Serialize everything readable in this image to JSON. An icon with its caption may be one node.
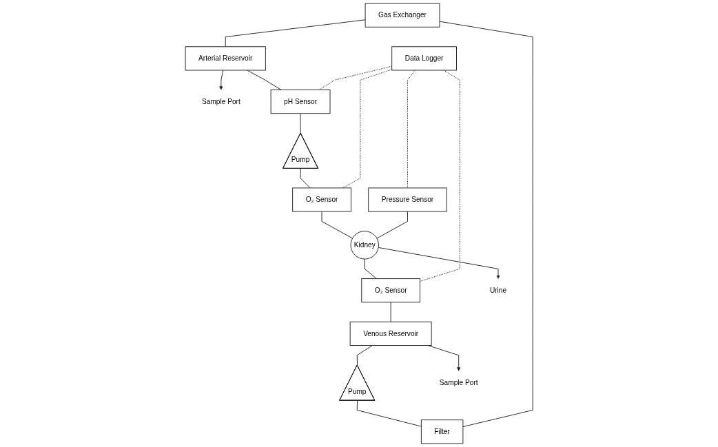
{
  "diagram": {
    "nodes": [
      {
        "text": [
          "Gas Exchanger"
        ]
      },
      {
        "text": [
          "Filter"
        ]
      },
      {
        "text": [
          "Pump"
        ]
      },
      {
        "text": [
          "Data Logger"
        ]
      },
      {
        "text": [
          "Arterial Reservoir"
        ]
      },
      {
        "text": [
          "Venous Reservoir"
        ]
      },
      {
        "text": [
          "Sample Port"
        ]
      },
      {
        "text": [
          "Sample Port"
        ]
      },
      {
        "text": [
          "Pressure Sensor"
        ]
      },
      {
        "text": [
          "pH Sensor"
        ]
      },
      {
        "text": [
          "Pump"
        ]
      },
      {
        "text": [
          "O₂ Sensor"
        ]
      },
      {
        "text": [
          "Kidney"
        ]
      },
      {
        "text": [
          "O₂ Sensor"
        ]
      },
      {
        "text": [
          "Urine"
        ]
      }
    ],
    "edges": [
      {
        "from": 5,
        "to": 2,
        "arrow": "none"
      },
      {
        "from": 2,
        "to": 1,
        "arrow": "none"
      },
      {
        "from": 1,
        "to": 0,
        "arrow": "none"
      },
      {
        "from": 0,
        "to": 4,
        "arrow": "none"
      },
      {
        "from": 4,
        "to": 6,
        "arrow": "to"
      },
      {
        "from": 5,
        "to": 7,
        "arrow": "to"
      },
      {
        "from": 4,
        "to": 9,
        "arrow": "none"
      },
      {
        "from": 9,
        "to": 10,
        "arrow": "none"
      },
      {
        "from": 10,
        "to": 11,
        "arrow": "none"
      },
      {
        "from": 11,
        "to": 12,
        "arrow": "none"
      },
      {
        "from": 12,
        "to": 13,
        "arrow": "none"
      },
      {
        "from": 13,
        "to": 5,
        "arrow": "none"
      },
      {
        "from": 12,
        "to": 14,
        "arrow": "to"
      },
      {
        "from": 8,
        "to": 12,
        "arrow": "none"
      },
      {
        "from": 3,
        "to": 9,
        "arrow": "none",
        "style": "dashed"
      },
      {
        "from": 3,
        "to": 11,
        "arrow": "none",
        "style": "dashed"
      },
      {
        "from": 3,
        "to": 8,
        "arrow": "none",
        "style": "dashed"
      },
      {
        "from": 3,
        "to": 13,
        "arrow": "none",
        "style": "dashed"
      }
    ]
  }
}
